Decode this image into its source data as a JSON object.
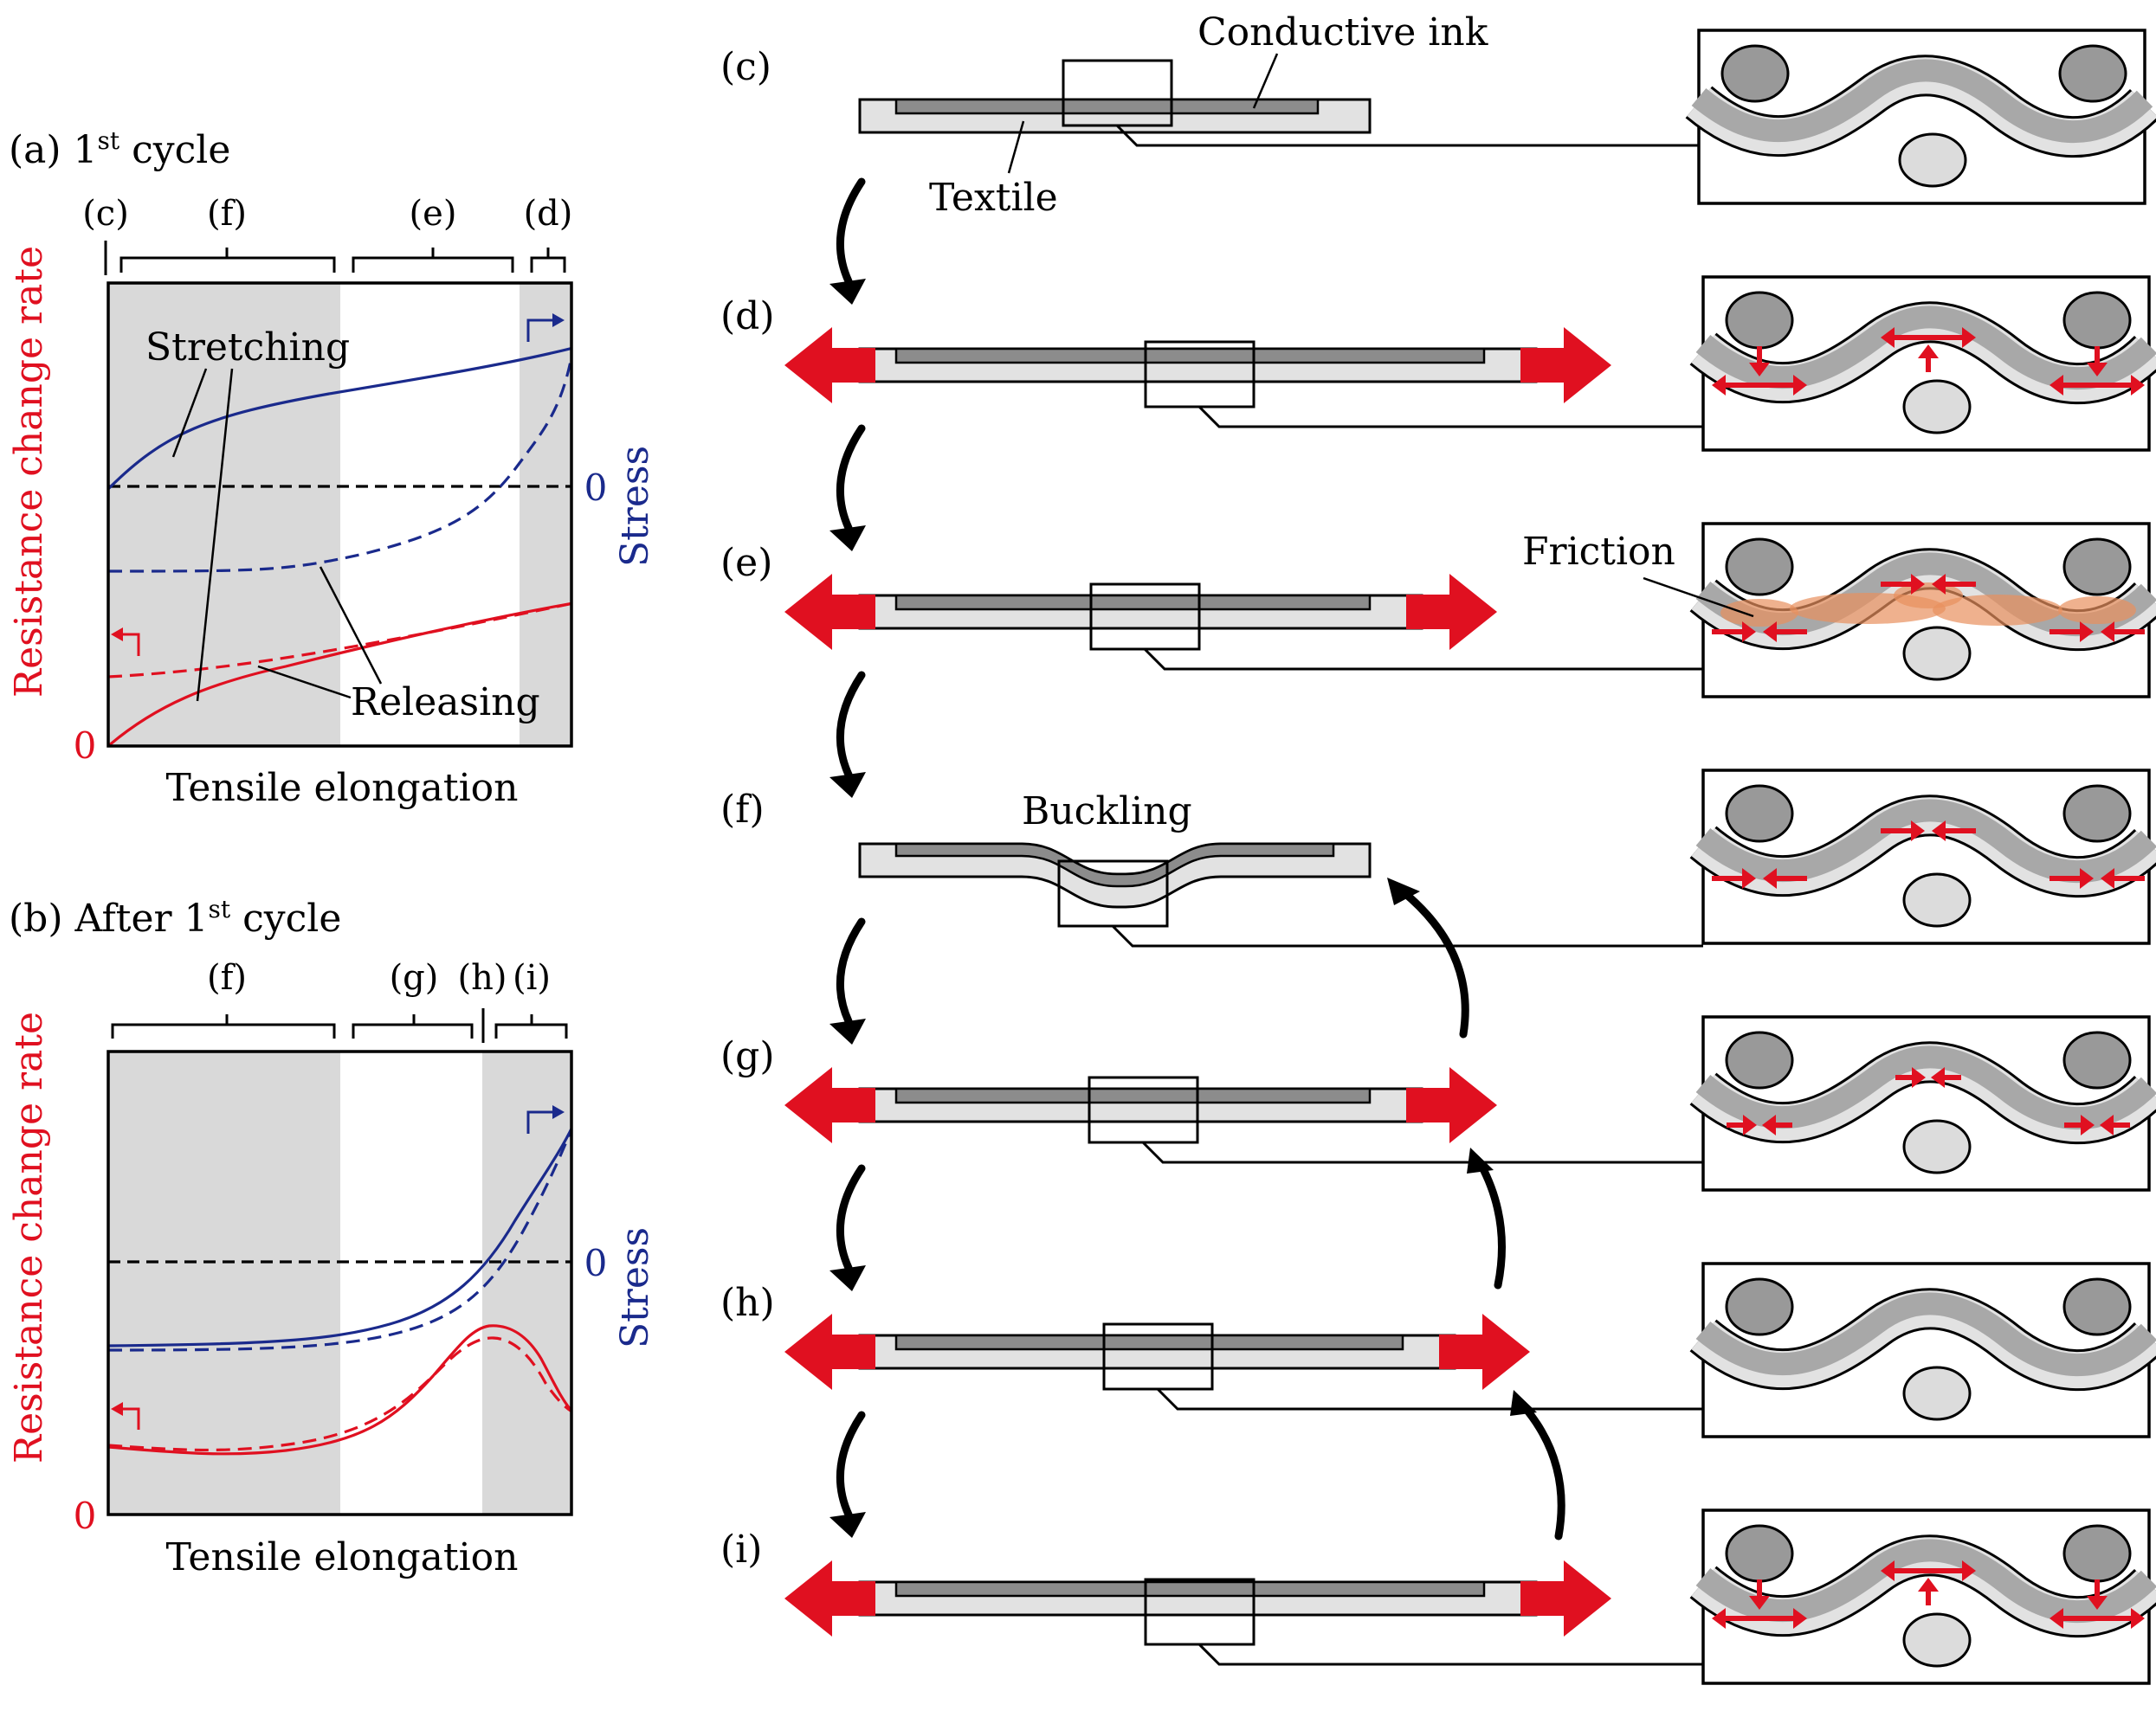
{
  "colors": {
    "red": "#e01020",
    "blue": "#1a2a8c",
    "shade": "#d9d9d9",
    "ink": "#8c8c8c",
    "textile": "#e2e2e2",
    "friction": "#e8905e"
  },
  "panel_a": {
    "title_prefix": "(a) 1",
    "title_sup": "st",
    "title_suffix": " cycle",
    "regions": [
      "(c)",
      "(f)",
      "(e)",
      "(d)"
    ],
    "ylabel": "Resistance change rate",
    "y2label": "Stress",
    "xlabel": "Tensile elongation",
    "zero_left": "0",
    "zero_right": "0",
    "label_stretching": "Stretching",
    "label_releasing": "Releasing"
  },
  "panel_b": {
    "title_prefix": "(b) After 1",
    "title_sup": "st",
    "title_suffix": " cycle",
    "regions": [
      "(f)",
      "(g)",
      "(h)",
      "(i)"
    ],
    "ylabel": "Resistance change rate",
    "y2label": "Stress",
    "xlabel": "Tensile elongation",
    "zero_left": "0",
    "zero_right": "0"
  },
  "stages": [
    {
      "label": "(c)",
      "state": "rest"
    },
    {
      "label": "(d)",
      "state": "stretched"
    },
    {
      "label": "(e)",
      "state": "stretched"
    },
    {
      "label": "(f)",
      "state": "buckled"
    },
    {
      "label": "(g)",
      "state": "stretched"
    },
    {
      "label": "(h)",
      "state": "stretched"
    },
    {
      "label": "(i)",
      "state": "stretched"
    }
  ],
  "annotations": {
    "conductive_ink": "Conductive ink",
    "textile": "Textile",
    "buckling": "Buckling",
    "friction": "Friction"
  }
}
